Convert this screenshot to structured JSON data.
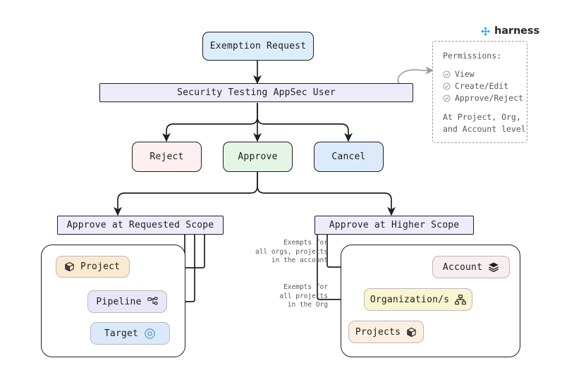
{
  "brand": {
    "name": "harness",
    "logo_icon": "harness-diamond-logo",
    "color": "#2fa3e8"
  },
  "flow": {
    "start": {
      "label": "Exemption Request",
      "fill": "#ddeefb",
      "stroke": "#1f1f22"
    },
    "actor": {
      "label": "Security Testing AppSec User",
      "fill": "#eeecfb",
      "stroke": "#1f1f22"
    },
    "decisions": [
      {
        "label": "Reject",
        "fill": "#fdeff0",
        "stroke": "#1f1f22"
      },
      {
        "label": "Approve",
        "fill": "#e4f5e6",
        "stroke": "#1f1f22"
      },
      {
        "label": "Cancel",
        "fill": "#dcebfb",
        "stroke": "#1f1f22"
      }
    ],
    "scopes": [
      {
        "label": "Approve at Requested Scope",
        "fill": "#eeecfb",
        "stroke": "#1f1f22"
      },
      {
        "label": "Approve at Higher Scope",
        "fill": "#eeecfb",
        "stroke": "#1f1f22"
      }
    ]
  },
  "requested_scope": {
    "nodes": [
      {
        "label": "Project",
        "icon": "cube-icon",
        "icon_side": "left",
        "fill": "#fbeacf"
      },
      {
        "label": "Pipeline",
        "icon": "pipeline-icon",
        "icon_side": "right",
        "fill": "#eae6f7"
      },
      {
        "label": "Target",
        "icon": "target-icon",
        "icon_side": "right",
        "fill": "#dbeafb"
      }
    ]
  },
  "higher_scope": {
    "nodes": [
      {
        "label": "Account",
        "icon": "layers-icon",
        "icon_side": "right",
        "fill": "#f7eeee"
      },
      {
        "label": "Organization/s",
        "icon": "org-chart-icon",
        "icon_side": "right",
        "fill": "#fbf5cf"
      },
      {
        "label": "Projects",
        "icon": "cube-icon",
        "icon_side": "right",
        "fill": "#fceee0"
      }
    ],
    "edge_labels": [
      "Exempts for\nall orgs, projects\nin the account",
      "Exempts for\nall projects\nin the Org"
    ]
  },
  "permissions_note": {
    "title": "Permissions:",
    "items": [
      "View",
      "Create/Edit",
      "Approve/Reject"
    ],
    "footer": "At Project, Org,\nand Account level",
    "check_icon": "check-circle-icon",
    "check_color": "#8a9a7e"
  }
}
